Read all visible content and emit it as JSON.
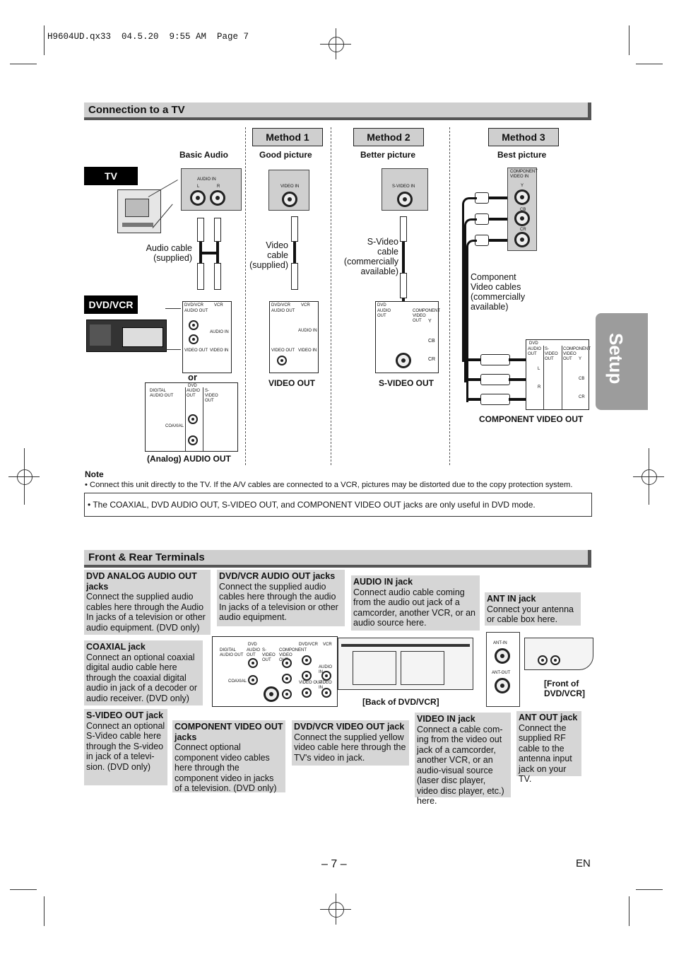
{
  "header": {
    "slug": "H9604UD.qx33  04.5.20  9:55 AM  Page 7"
  },
  "connection": {
    "title": "Connection to a TV",
    "basic_audio": "Basic Audio",
    "tv": "TV",
    "dvdvcr": "DVD/VCR",
    "audio_cable": "Audio cable\n(supplied)",
    "or": "or",
    "analog_audio_out": "(Analog) AUDIO OUT",
    "methods": [
      {
        "label": "Method 1",
        "quality": "Good picture",
        "cable": "Video\ncable\n(supplied)",
        "out": "VIDEO OUT"
      },
      {
        "label": "Method 2",
        "quality": "Better picture",
        "cable": "S-Video\ncable\n(commercially\navailable)",
        "out": "S-VIDEO OUT"
      },
      {
        "label": "Method 3",
        "quality": "Best picture",
        "cable": "Component\nVideo cables\n(commercially\navailable)",
        "out": "COMPONENT VIDEO OUT"
      }
    ],
    "panel_text": {
      "audio_in": "AUDIO IN",
      "l": "L",
      "r": "R",
      "video_in": "VIDEO IN",
      "s_video_in": "S-VIDEO IN",
      "component_video_in": "COMPONENT VIDEO IN",
      "y": "Y",
      "cb": "CB",
      "cr": "CR",
      "dvdvcr": "DVD/VCR",
      "vcr": "VCR",
      "audio_out": "AUDIO OUT",
      "video_out": "VIDEO OUT",
      "dvd": "DVD",
      "digital_audio_out": "DIGITAL AUDIO OUT",
      "s_video_out": "S-VIDEO OUT",
      "coaxial": "COAXIAL",
      "component_video_out": "COMPONENT VIDEO OUT"
    }
  },
  "notes": {
    "note_title": "Note",
    "note_text": "• Connect this unit directly to the TV. If the A/V cables are connected to a VCR, pictures may be distorted due to the copy protection system.",
    "box_text": "• The COAXIAL, DVD AUDIO OUT, S-VIDEO OUT, and COMPONENT VIDEO OUT jacks are only useful in DVD mode."
  },
  "terminals": {
    "title": "Front & Rear Terminals",
    "back_label": "[Back of DVD/VCR]",
    "front_label": "[Front of\nDVD/VCR]",
    "ant_in": "ANT-IN",
    "ant_out": "ANT-OUT",
    "items": {
      "dvd_analog": {
        "title": "DVD ANALOG AUDIO OUT jacks",
        "body": "Connect the supplied audio cables here through the Audio In jacks of a television or other audio equipment. (DVD only)"
      },
      "dvdvcr_audio": {
        "title": "DVD/VCR AUDIO OUT jacks",
        "body": "Connect the supplied audio cables here through the audio In jacks of a television or other audio equipment."
      },
      "audio_in": {
        "title": "AUDIO IN jack",
        "body": "Connect audio cable coming from the audio out jack of a camcorder, another VCR, or an audio source here."
      },
      "ant_in": {
        "title": "ANT IN jack",
        "body": "Connect your antenna or cable box here."
      },
      "coaxial": {
        "title": "COAXIAL jack",
        "body": "Connect an optional coaxial digital audio cable here through the coaxial digital audio in jack of a decoder or audio receiver. (DVD only)"
      },
      "svideo": {
        "title": "S-VIDEO OUT jack",
        "body": "Connect an optional S-Video cable here through the S-video in jack of a televi-sion. (DVD only)"
      },
      "component": {
        "title": "COMPONENT VIDEO OUT jacks",
        "body": "Connect optional component video cables here through the component video in jacks of a television. (DVD only)"
      },
      "dvdvcr_video": {
        "title": "DVD/VCR VIDEO OUT jack",
        "body": "Connect the supplied yellow video cable here through the TV's video in jack."
      },
      "video_in": {
        "title": "VIDEO IN jack",
        "body": "Connect a cable com-ing from the video out jack of a camcorder, another VCR, or an audio-visual source (laser disc player, video disc player, etc.) here."
      },
      "ant_out": {
        "title": "ANT OUT jack",
        "body": "Connect the supplied RF cable to the antenna input jack on your TV."
      }
    }
  },
  "side_tab": "Setup",
  "footer": {
    "page": "– 7 –",
    "lang": "EN"
  }
}
